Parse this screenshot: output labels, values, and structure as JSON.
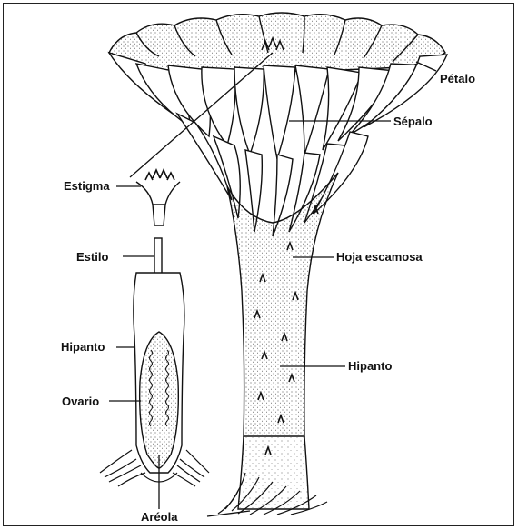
{
  "labels": {
    "petalo": "Pétalo",
    "sepalo": "Sépalo",
    "estigma": "Estigma",
    "estilo": "Estilo",
    "hoja_escamosa": "Hoja escamosa",
    "hipanto_left": "Hipanto",
    "hipanto_right": "Hipanto",
    "ovario": "Ovario",
    "areola": "Aréola"
  },
  "colors": {
    "ink": "#111111",
    "stipple": "#333333",
    "background": "#ffffff"
  }
}
